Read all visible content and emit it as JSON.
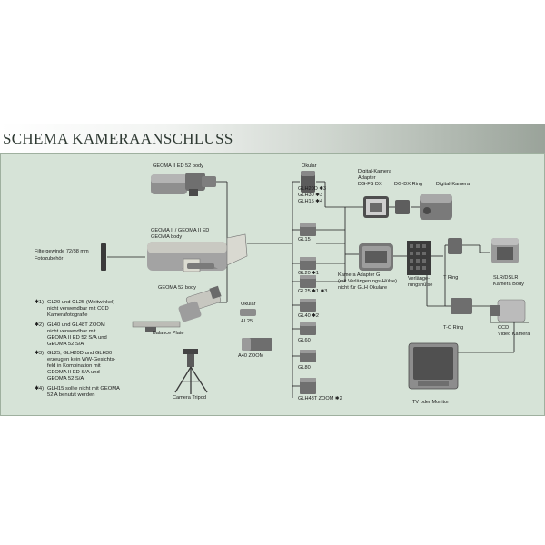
{
  "header": {
    "title": "SCHEMA KAMERAANSCHLUSS"
  },
  "labels": {
    "geoma2ed52": "GEOMA II ED 52 body",
    "geoma2": "GEOMA II / GEOMA II ED",
    "geoma_body": "GEOMA body",
    "geoma52": "GEOMA 52 body",
    "filter1": "Filtergewinde 72/88 mm",
    "filter2": "Fotozubehör",
    "okular_top": "Okular",
    "glh20d": "GLH20D ✱3",
    "glh30": "GLH30 ✱3",
    "glh15": "GLH15 ✱4",
    "gl15": "GL15",
    "gl20": "GL20 ✱1",
    "gl25": "GL25 ✱1 ✱3",
    "gl40": "GL40 ✱2",
    "gl60": "GL60",
    "gl80": "GL80",
    "glh48t": "GLH48T ZOOM ✱2",
    "okular_mid": "Okular",
    "al25": "AL25",
    "a40": "A40 ZOOM",
    "balance": "Balance Plate",
    "tripod": "Camera Tripod",
    "dk1": "Digital-Kamera",
    "dk2": "Adapter",
    "dk3": "DG-FS DX",
    "dgdx": "DG-DX Ring",
    "digikam": "Digital-Kamera",
    "kag1": "Kamera Adapter G",
    "kag2": "(mit Verlängerungs-Hülse)",
    "kag3": "nicht für GLH Okulare",
    "verl1": "Verlänge-",
    "verl2": "rungshülse",
    "tring": "T Ring",
    "slr1": "SLR/DSLR",
    "slr2": "Kamera Body",
    "tcring": "T-C Ring",
    "ccd1": "CCD",
    "ccd2": "Video Kamera",
    "tv": "TV oder Monitor"
  },
  "notes": [
    {
      "marker": "✱1)",
      "text": "GL20 und GL25 (Weitwinkel)\nnicht verwendbar mit CCD\nKamerafotografie"
    },
    {
      "marker": "✱2)",
      "text": "GL40 und GL48T ZOOM\nnicht verwendbar mit\nGEOMA II ED 52 S/A und\nGEOMA 52 S/A"
    },
    {
      "marker": "✱3)",
      "text": "GL25, GLH20D und GLH30\nerzeugen kein WW-Gesichts-\nfeld in Kombination mit\nGEOMA II ED S/A und\nGEOMA 52 S/A"
    },
    {
      "marker": "✱4)",
      "text": "GLH15 sollte nicht mit GEOMA\n52 A benutzt werden"
    }
  ],
  "colors": {
    "panel": "#d6e3d7",
    "line": "#1f1f1f",
    "scope_grey": "#9a9a9a",
    "scope_light": "#d8d8d2",
    "dark": "#3a3a3a"
  }
}
